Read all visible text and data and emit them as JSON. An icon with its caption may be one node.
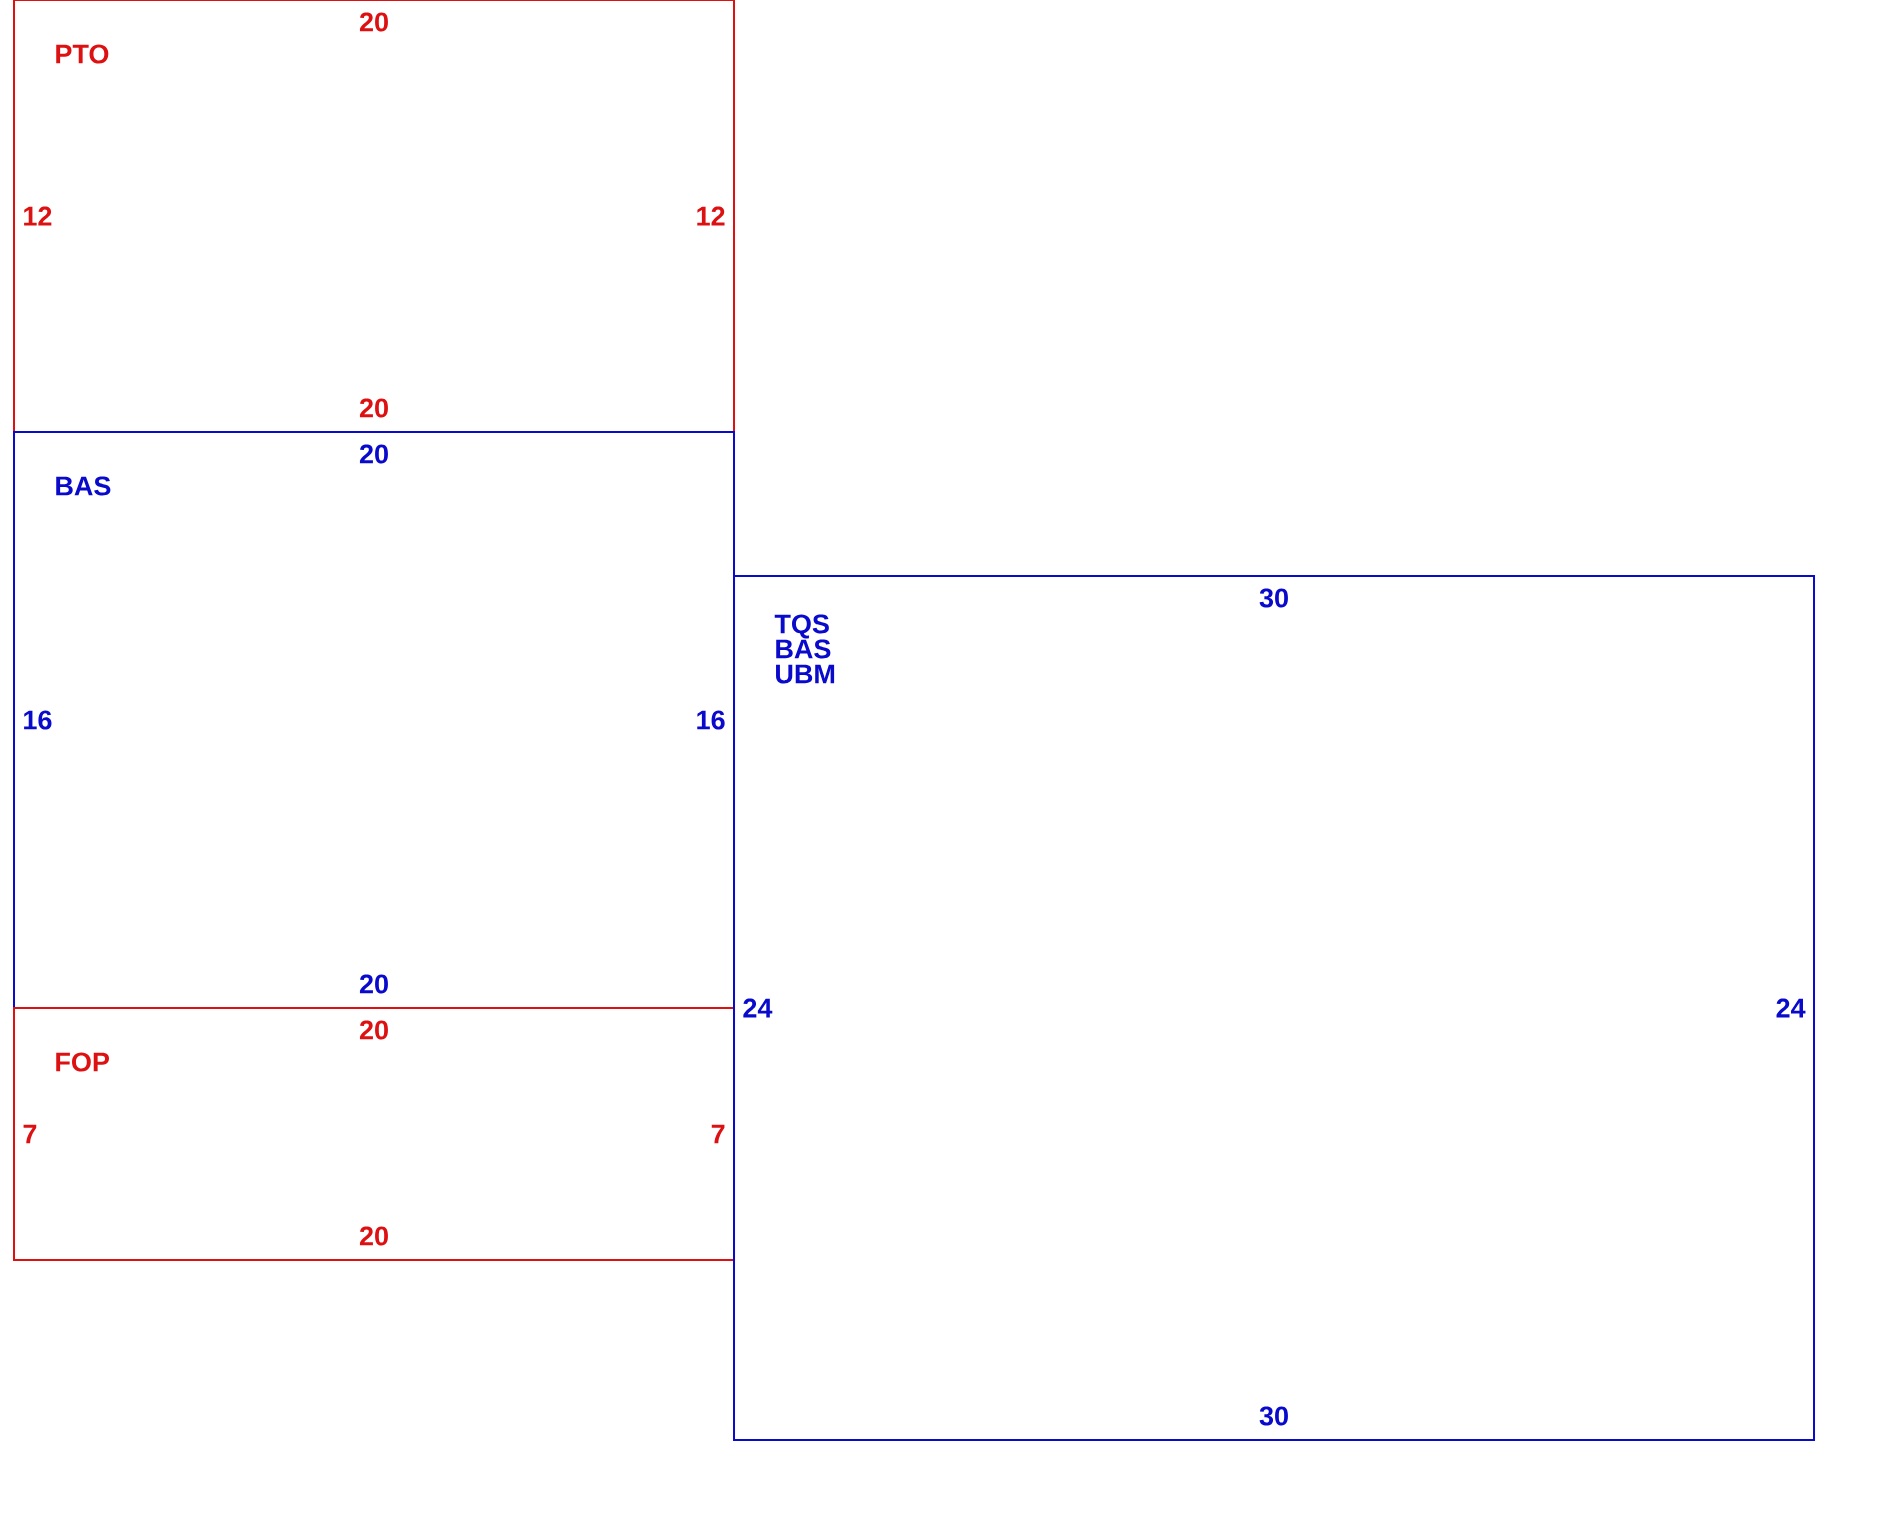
{
  "diagram": {
    "nodes": [
      {
        "text": [
          "PTO",
          "20",
          "12",
          "12",
          "20"
        ]
      },
      {
        "text": [
          "BAS",
          "20",
          "16",
          "16",
          "20"
        ]
      },
      {
        "text": [
          "FOP",
          "20",
          "7",
          "7",
          "20"
        ]
      },
      {
        "text": [
          "TQS BAS UBM",
          "30",
          "24",
          "24",
          "30"
        ]
      }
    ]
  }
}
